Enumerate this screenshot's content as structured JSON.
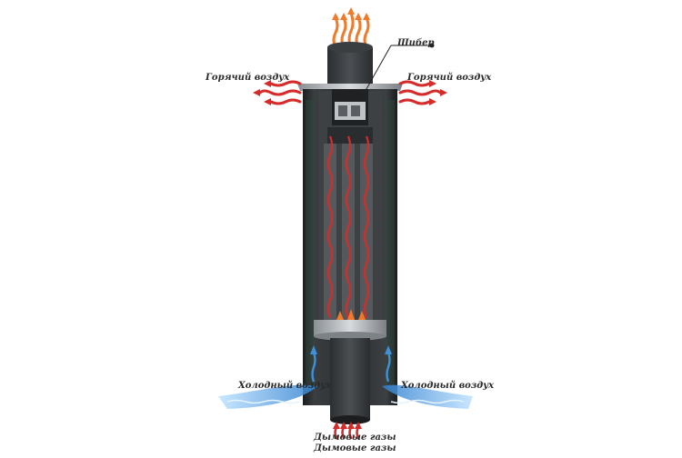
{
  "labels": {
    "hot_air_left": "Горячий воздух",
    "hot_air_right": "Горячий воздух",
    "damper": "Шибер",
    "cold_air_left": "Холодный воздух",
    "cold_air_right": "Холодный воздух",
    "smoke_gases_1": "Дымовые газы",
    "smoke_gases_2": "Дымовые газы"
  },
  "icons": {
    "hot_air_arrows": "red-wavy-arrow",
    "cold_air_arrows": "blue-wavy-arrow",
    "flame_arrows": "orange-flame-arrow"
  },
  "colors": {
    "pipe_dark": "#2b2d2e",
    "pipe_metal": "#8e9499",
    "hot": "#d62b2b",
    "cold": "#3f8fd9",
    "flame": "#f07a2a"
  }
}
